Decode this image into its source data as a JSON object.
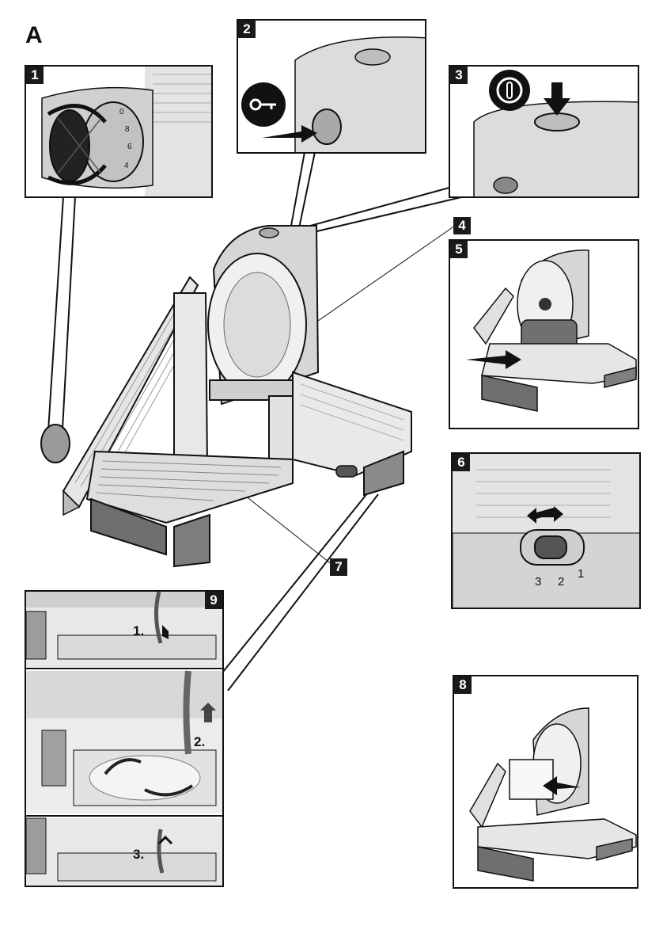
{
  "figure": {
    "title": "A",
    "callouts": {
      "c1": "1",
      "c2": "2",
      "c3": "3",
      "c4": "4",
      "c5": "5",
      "c6": "6",
      "c7": "7",
      "c8": "8",
      "c9": "9"
    },
    "step9": {
      "s1": "1.",
      "s2": "2.",
      "s3": "3."
    },
    "switch_positions": {
      "p3": "3",
      "p2": "2",
      "p1": "1"
    }
  },
  "colors": {
    "line": "#111111",
    "metal": "#d9d9d9",
    "metal_dark": "#a8a8a8",
    "shadow": "#7a7a7a",
    "badge": "#1a1a1a",
    "arrow": "#222222"
  },
  "icons": [
    "key-icon",
    "power-icon",
    "rotate-arrow-icon",
    "double-arrow-icon"
  ]
}
